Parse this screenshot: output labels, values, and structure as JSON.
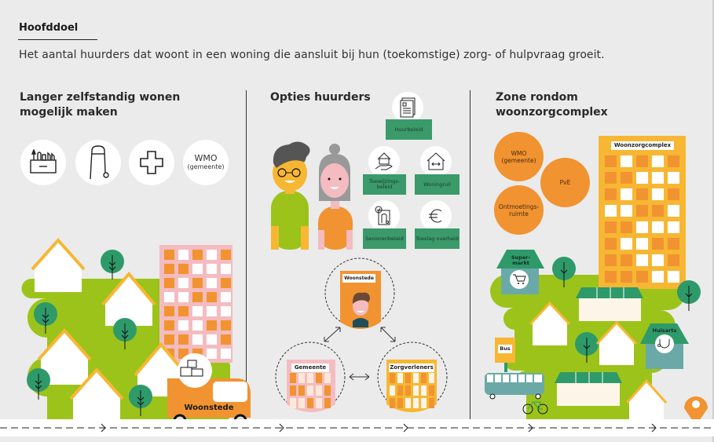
{
  "header": {
    "title": "Hoofddoel",
    "goal": "Het aantal huurders dat woont in een woning die aansluit bij hun (toekomstige) zorg- of hulpvraag groeit."
  },
  "columns": [
    {
      "title_line1": "Langer zelfstandig wonen",
      "title_line2": "mogelijk maken",
      "icons": [
        {
          "icon": "toolbox-icon"
        },
        {
          "icon": "walker-icon"
        },
        {
          "icon": "medical-cross-icon"
        },
        {
          "icon": "wmo-text",
          "label": "WMO",
          "sublabel": "(gemeente)"
        }
      ],
      "van_label": "Woonstede"
    },
    {
      "title": "Opties huurders",
      "options": [
        {
          "icon": "document-icon",
          "label": "Huurbeleid"
        },
        {
          "icon": "house-hand-icon",
          "label": "Toewijzings-beleid"
        },
        {
          "icon": "house-arrow-icon",
          "label": "Woningruil"
        },
        {
          "icon": "senior-document-icon",
          "label": "Seniorenbeleid"
        },
        {
          "icon": "euro-icon",
          "label": "Toeslag overheid"
        }
      ],
      "network": {
        "top": "Woonstede",
        "left": "Gemeente",
        "right": "Zorgverleners"
      }
    },
    {
      "title_line1": "Zone rondom",
      "title_line2": "woonzorgcomplex",
      "circles": [
        {
          "label": "WMO (gemeente)"
        },
        {
          "label": "PvE"
        },
        {
          "label": "Ontmoetings-ruimte"
        }
      ],
      "building_label": "Woonzorgcomplex",
      "supermarket_label": "Super-markt",
      "doctor_label": "Huisarts",
      "bus_label": "Bus"
    }
  ],
  "colors": {
    "green_grass": "#9cc31a",
    "dark_green": "#3a9a6a",
    "orange": "#f19330",
    "yellow": "#f7b733",
    "pink": "#f4bcc0",
    "teal": "#6aa9a8"
  }
}
